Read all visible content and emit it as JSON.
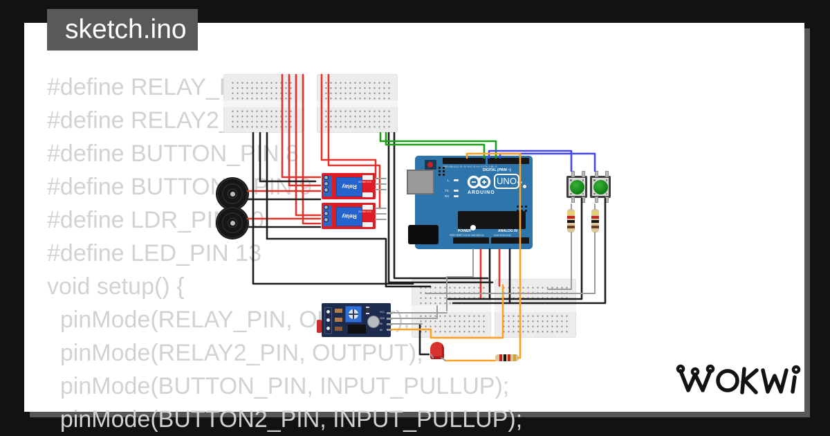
{
  "title_tab": {
    "filename": "sketch.ino"
  },
  "code": {
    "lines": [
      "#define RELAY_PIN",
      "#define RELAY2_PIN",
      "#define BUTTON_PIN 8",
      "#define BUTTON2_PIN 9",
      "#define LDR_PIN A0",
      "#define LED_PIN 13",
      "void setup() {",
      "  pinMode(RELAY_PIN, OUTPUT);",
      "  pinMode(RELAY2_PIN, OUTPUT);",
      "  pinMode(BUTTON_PIN, INPUT_PULLUP);",
      "  pinMode(BUTTON2_PIN, INPUT_PULLUP);"
    ]
  },
  "arduino": {
    "brand": "ARDUINO",
    "model": "UNO",
    "digital_header_label": "DIGITAL (PWM ~)",
    "digital_pins": "AREF GND 13 12 ~11 ~10 ~9 8  7 ~6 ~5 4 ~3 2 TX→1 RX←0",
    "power_label": "POWER",
    "analog_label": "ANALOG IN",
    "power_pins": "IOREF RESET 3.3V 5V GND GND Vin",
    "analog_pins": "A0 A1 A2 A3 A4 A5",
    "led_l": "L",
    "led_tx": "TX",
    "led_rx": "RX",
    "on_label": "ON"
  },
  "relay_module": {
    "label": "Relay",
    "pin_labels": "IN GND VCC"
  },
  "ldr_module": {
    "pin_labels": "VCC GND D0 A0"
  },
  "logo": {
    "text": "WOKWI"
  },
  "colors": {
    "wires": {
      "red": "#e2332a",
      "black": "#1c1c1c",
      "green": "#18a018",
      "blue": "#4545ff",
      "orange": "#ffa021",
      "gray": "#9b9b9b"
    },
    "arduino_board": "#2e75ab",
    "relay_board": "#e01b24",
    "breadboard": "#ececec",
    "button_cap": "#1f9b1f",
    "led": "#d8342e",
    "frame_background": "#121212",
    "card_shadow": "#575757"
  }
}
